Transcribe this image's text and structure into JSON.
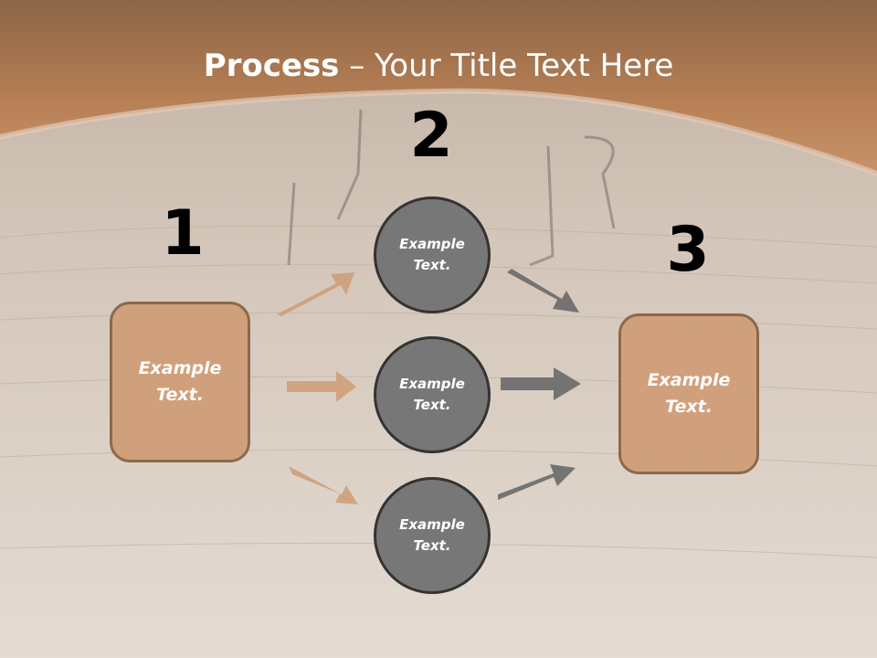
{
  "slide": {
    "title_bold": "Process",
    "title_rest": " – Your Title Text Here",
    "step_numbers": [
      "1",
      "2",
      "3"
    ],
    "left_box": "Example Text.",
    "circles": [
      "Example Text.",
      "Example Text.",
      "Example Text."
    ],
    "right_box": "Example Text."
  },
  "colors": {
    "header_brown": "#c58b5e",
    "box_fill": "#d09f7a",
    "box_border": "#8a6548",
    "circle_fill": "#777777",
    "circle_border": "#333333",
    "arrow_tan": "#d09f7a",
    "arrow_gray": "#6f6f6f"
  }
}
